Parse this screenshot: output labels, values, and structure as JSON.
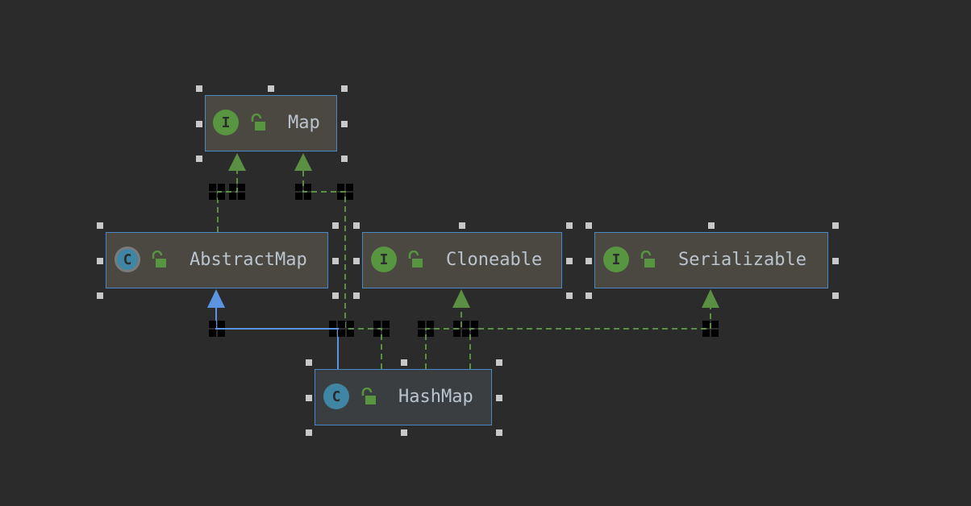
{
  "diagram": {
    "background": "#2b2b2b",
    "colors": {
      "node_border": "#4a88c7",
      "interface_badge": "#589540",
      "class_badge": "#3f86a4",
      "implements_edge": "#5a8f44",
      "extends_edge": "#5b94e0",
      "label": "#b9c4cf"
    },
    "nodes": [
      {
        "id": "map",
        "label": "Map",
        "kind": "interface",
        "badge_letter": "I",
        "icon": "interface-icon",
        "visibility_icon": "unlock-icon"
      },
      {
        "id": "abstractmap",
        "label": "AbstractMap",
        "kind": "abstract-class",
        "badge_letter": "C",
        "icon": "abstract-class-icon",
        "visibility_icon": "unlock-icon"
      },
      {
        "id": "cloneable",
        "label": "Cloneable",
        "kind": "interface",
        "badge_letter": "I",
        "icon": "interface-icon",
        "visibility_icon": "unlock-icon"
      },
      {
        "id": "serializable",
        "label": "Serializable",
        "kind": "interface",
        "badge_letter": "I",
        "icon": "interface-icon",
        "visibility_icon": "unlock-icon"
      },
      {
        "id": "hashmap",
        "label": "HashMap",
        "kind": "class",
        "badge_letter": "C",
        "icon": "class-icon",
        "visibility_icon": "unlock-icon"
      }
    ],
    "edges": [
      {
        "from": "abstractmap",
        "to": "map",
        "type": "implements"
      },
      {
        "from": "hashmap",
        "to": "map",
        "type": "implements"
      },
      {
        "from": "hashmap",
        "to": "abstractmap",
        "type": "extends"
      },
      {
        "from": "hashmap",
        "to": "cloneable",
        "type": "implements"
      },
      {
        "from": "hashmap",
        "to": "serializable",
        "type": "implements"
      }
    ]
  }
}
